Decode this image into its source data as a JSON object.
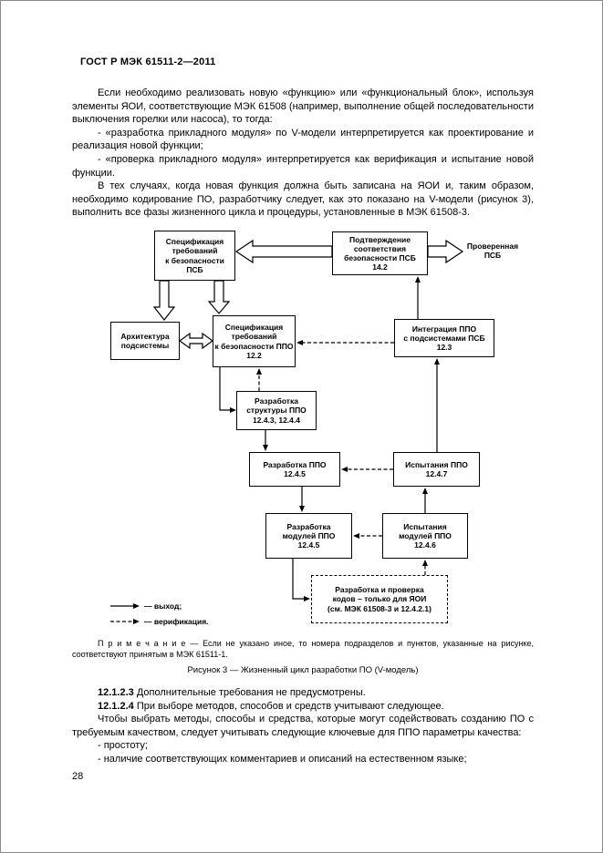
{
  "page": {
    "header": "ГОСТ Р МЭК 61511-2—2011",
    "number": "28"
  },
  "body": {
    "p1": "Если необходимо реализовать новую «функцию» или «функциональный блок», используя элементы ЯОИ, соответствующие МЭК 61508 (например, выполнение общей последовательности выключения горелки или насоса), то тогда:",
    "li1": "- «разработка прикладного модуля» по V-модели интерпретируется как проектирование и реализация новой функции;",
    "li2": "- «проверка прикладного модуля» интерпретируется как верификация и испытание новой функции.",
    "p2": "В тех случаях, когда новая функция должна быть записана на ЯОИ и, таким образом, необходимо кодирование ПО, разработчику следует, как это показано на V-модели (рисунок 3), выполнить все фазы жизненного цикла и процедуры, установленные в МЭК 61508-3."
  },
  "diagram": {
    "boxes": {
      "spec_psb": "Спецификация\nтребований\nк безопасности\nПСБ",
      "confirm_psb": "Подтверждение\nсоответствия\nбезопасности ПСБ\n14.2",
      "checked_psb": "Проверенная\nПСБ",
      "architecture": "Архитектура\nподсистемы",
      "spec_ppo": "Спецификация\nтребований\nк безопасности ППО\n12.2",
      "integration": "Интеграция ППО\nс подсистемами ПСБ\n12.3",
      "structure": "Разработка\nструктуры ППО\n12.4.3, 12.4.4",
      "dev_ppo": "Разработка ППО\n12.4.5",
      "test_ppo": "Испытания ППО\n12.4.7",
      "dev_modules": "Разработка\nмодулей ППО\n12.4.5",
      "test_modules": "Испытания\nмодулей ППО\n12.4.6",
      "codes": "Разработка и проверка\nкодов – только для ЯОИ\n(см. МЭК 61508-3 и 12.4.2.1)"
    },
    "legend": {
      "solid": "— выход;",
      "dashed": "— верификация."
    }
  },
  "note": "П р и м е ч а н и е — Если не указано иное, то номера подразделов и пунктов, указанные на рисунке, соответствуют принятым в МЭК 61511-1.",
  "caption": "Рисунок 3 — Жизненный цикл разработки ПО (V-модель)",
  "after": {
    "s1_num": "12.1.2.3",
    "s1_text": " Дополнительные требования не предусмотрены.",
    "s2_num": "12.1.2.4",
    "s2_text": " При выборе методов, способов и средств учитывают следующее.",
    "p3": "Чтобы выбрать методы, способы и средства, которые могут содействовать созданию ПО с требуемым качеством, следует учитывать следующие ключевые для ППО параметры качества:",
    "b1": "- простоту;",
    "b2": "- наличие соответствующих комментариев и описаний на естественном языке;"
  }
}
